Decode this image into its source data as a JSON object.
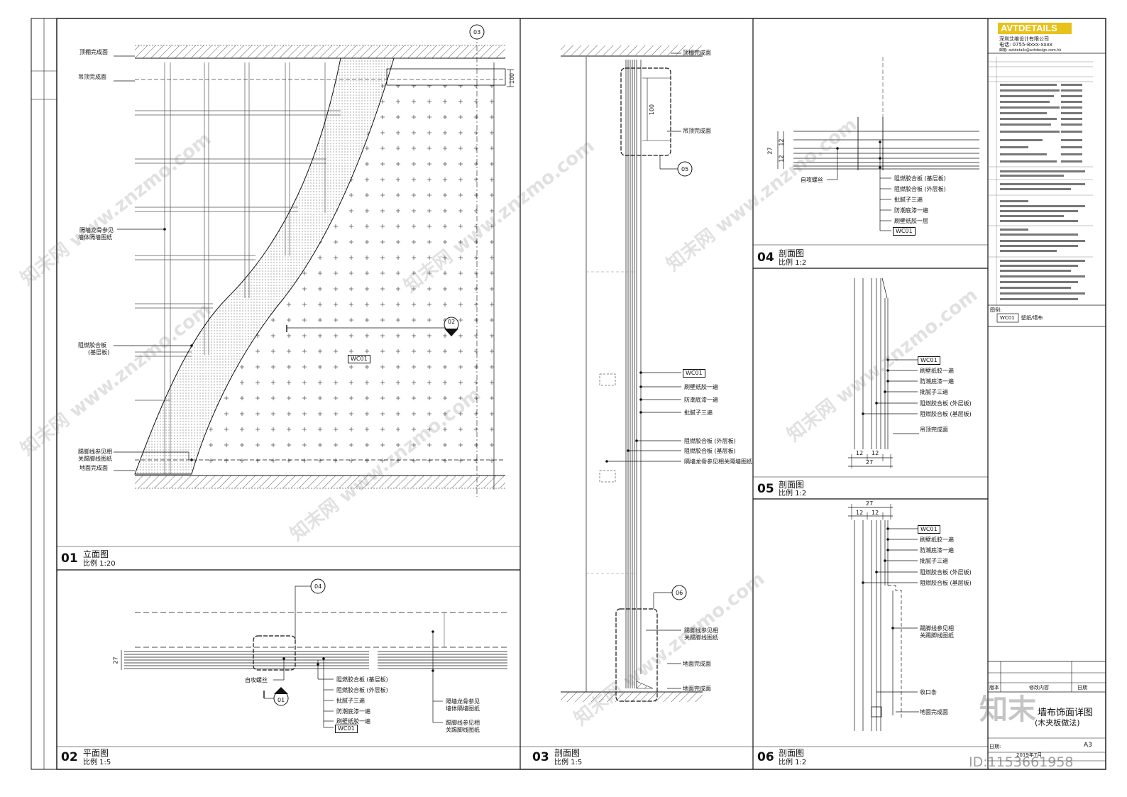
{
  "elevation": {
    "number": "01",
    "name": "立面图",
    "scale": "比例 1:20",
    "labels": {
      "finished_ceiling": "顶棚完成面",
      "drop_ceiling": "吊顶完成面",
      "keel_1": "隔墙龙骨参见",
      "keel_2": "墙体隔墙图纸",
      "panel_1": "阻燃胶合板",
      "panel_2": "(基层板)",
      "skirting_1": "踢脚线参见相",
      "skirting_2": "关踢脚线图纸",
      "finished_floor": "地面完成面",
      "dim_100": "100",
      "callout_03": "03",
      "callout_02": "02",
      "material": "WC01"
    }
  },
  "plan": {
    "number": "02",
    "name": "平面图",
    "scale": "比例 1:5",
    "labels": {
      "callout_04": "04",
      "callout_01": "01",
      "screw": "自攻螺丝",
      "p1": "阻燃胶合板 (基层板)",
      "p2": "阻燃胶合板 (外层板)",
      "p3": "批腻子三遍",
      "p4": "防潮底漆一遍",
      "p5": "刷壁纸胶一遍",
      "material": "WC01",
      "k1": "隔墙龙骨参见",
      "k2": "墙体隔墙图纸",
      "s1": "踢脚线参见相",
      "s2": "关踢脚线图纸",
      "dim_27": "27"
    }
  },
  "section03": {
    "number": "03",
    "name": "剖面图",
    "scale": "比例 1:5",
    "labels": {
      "top": "顶棚完成面",
      "drop": "吊顶完成面",
      "dim_100": "100",
      "callout_05": "05",
      "callout_06": "06",
      "material": "WC01",
      "l1": "刷壁纸胶一遍",
      "l2": "防潮底漆一遍",
      "l3": "批腻子三遍",
      "l4": "阻燃胶合板 (外层板)",
      "l5": "阻燃胶合板 (基层板)",
      "l6": "隔墙龙骨参见相关隔墙图纸",
      "s1": "踢脚线参见相",
      "s2": "关踢脚线图纸",
      "floor1": "地面完成面",
      "floor2": "地面完成面"
    }
  },
  "section04": {
    "number": "04",
    "name": "剖面图",
    "scale": "比例 1:2",
    "labels": {
      "screw": "自攻螺丝",
      "l1": "阻燃胶合板 (基层板)",
      "l2": "阻燃胶合板 (外层板)",
      "l3": "批腻子三遍",
      "l4": "防潮底漆一遍",
      "l5": "刷壁纸胶一层",
      "material": "WC01",
      "d27": "27",
      "d12a": "12",
      "d12b": "12"
    }
  },
  "section05": {
    "number": "05",
    "name": "剖面图",
    "scale": "比例 1:2",
    "labels": {
      "material": "WC01",
      "l1": "刷壁纸胶一遍",
      "l2": "防潮底漆一遍",
      "l3": "批腻子三遍",
      "l4": "阻燃胶合板 (外层板)",
      "l5": "阻燃胶合板 (基层板)",
      "drop": "吊顶完成面",
      "d12a": "12",
      "d12b": "12",
      "d27": "27"
    }
  },
  "section06": {
    "number": "06",
    "name": "剖面图",
    "scale": "比例 1:2",
    "labels": {
      "material": "WC01",
      "l1": "刷壁纸胶一遍",
      "l2": "防潮底漆一遍",
      "l3": "批腻子三遍",
      "l4": "阻燃胶合板 (外层板)",
      "l5": "阻燃胶合板 (基层板)",
      "s1": "踢脚线参见相",
      "s2": "关踢脚线图纸",
      "stop": "收口条",
      "floor": "地面完成面",
      "d27": "27",
      "d12a": "12",
      "d12b": "12"
    }
  },
  "titleblock": {
    "logo": "AVTDETAILS",
    "company": "深圳艾维设计有限公司",
    "phone": "电话: 0755-8xxx-xxxx",
    "email": "邮箱: avtdetails@avtdesign.com.hk",
    "legend_label": "图例:",
    "legend_code": "WC01",
    "legend_desc": "壁纸/墙布",
    "rev_col": "版本",
    "rev_desc": "修改内容",
    "rev_date": "日期",
    "title_1": "墙布饰面详图",
    "title_2": "(木夹板做法)",
    "size": "A3",
    "date_label": "日期:",
    "date_value": "2019年7月",
    "ref_id": "ID:1153661958",
    "brand": "知末"
  },
  "watermark": "知末网 www.znzmo.com"
}
